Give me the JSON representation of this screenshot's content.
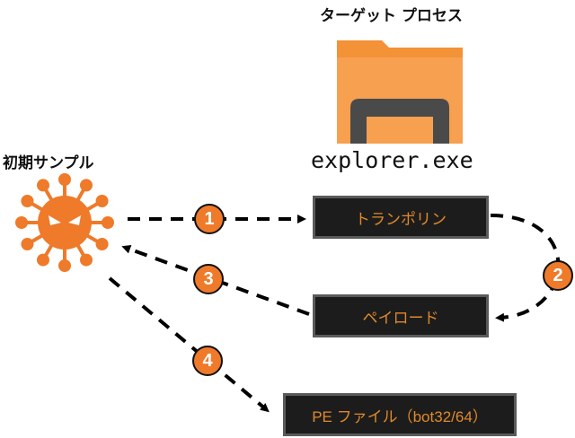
{
  "target_title": "ターゲット プロセス",
  "target_process": "explorer.exe",
  "initial_sample": "初期サンプル",
  "boxes": {
    "trampoline": "トランポリン",
    "payload": "ペイロード",
    "pe_file": "PE ファイル（bot32/64）"
  },
  "steps": [
    "1",
    "2",
    "3",
    "4"
  ],
  "colors": {
    "accent": "#ee7a2a",
    "box_bg": "#1c1c1c",
    "box_text": "#e0892a",
    "folder": "#f39237",
    "folder_dark": "#4a4a4a"
  }
}
